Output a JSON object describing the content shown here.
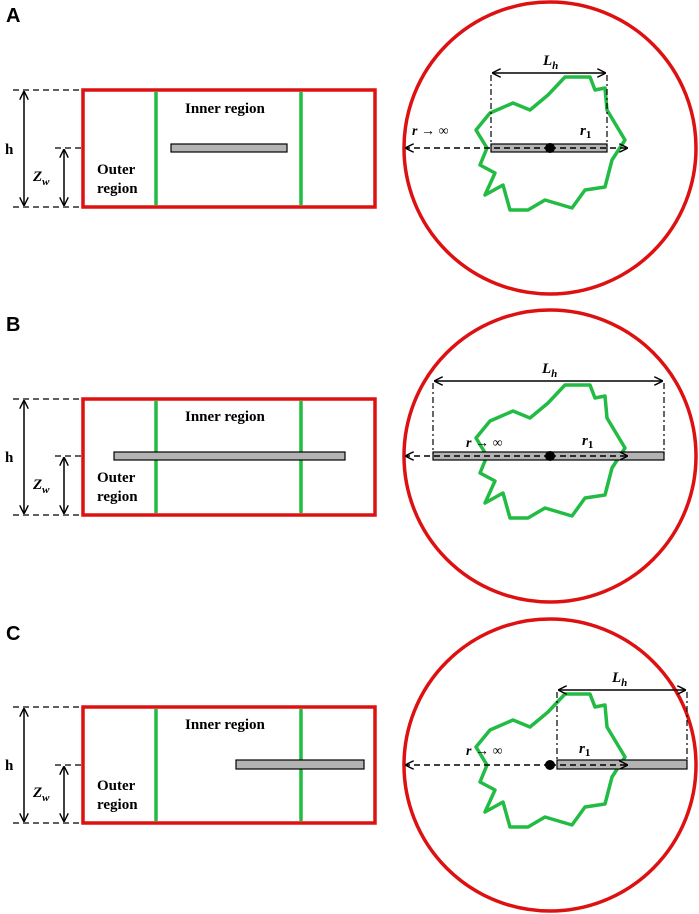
{
  "colors": {
    "boundary": "#dd1111",
    "interface": "#22bb44",
    "well": "#b3b3b3",
    "ink": "#000000"
  },
  "labels": {
    "h": "h",
    "zw_main": "Z",
    "zw_sub": "w",
    "inner_region": "Inner region",
    "outer_region_1": "Outer",
    "outer_region_2": "region",
    "lh_main": "L",
    "lh_sub": "h",
    "r_inf": "r → ∞",
    "r1_main": "r",
    "r1_sub": "1"
  },
  "panels": [
    {
      "letter": "A"
    },
    {
      "letter": "B"
    },
    {
      "letter": "C"
    }
  ]
}
